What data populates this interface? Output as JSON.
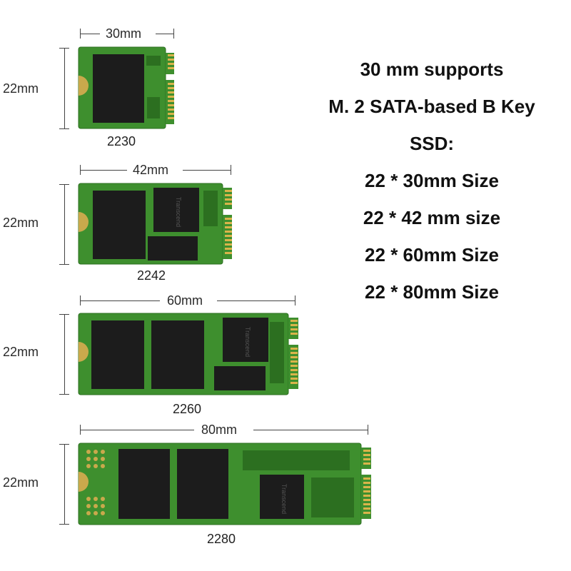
{
  "modules": [
    {
      "model": "2230",
      "length_label": "30mm",
      "width_label": "22mm",
      "length_mm": 30,
      "width_mm": 22
    },
    {
      "model": "2242",
      "length_label": "42mm",
      "width_label": "22mm",
      "length_mm": 42,
      "width_mm": 22
    },
    {
      "model": "2260",
      "length_label": "60mm",
      "width_label": "22mm",
      "length_mm": 60,
      "width_mm": 22
    },
    {
      "model": "2280",
      "length_label": "80mm",
      "width_label": "22mm",
      "length_mm": 80,
      "width_mm": 22
    }
  ],
  "info_lines": [
    "30 mm supports",
    "M. 2 SATA-based B Key",
    "SSD:",
    "22 * 30mm Size",
    "22 * 42 mm size",
    "22 * 60mm Size",
    "22 * 80mm Size"
  ],
  "chip_brand": "Transcend",
  "colors": {
    "pcb": "#3e8f2e",
    "pcb_dark": "#2c6f20",
    "chip": "#1c1c1c",
    "gold": "#d9b44a"
  }
}
